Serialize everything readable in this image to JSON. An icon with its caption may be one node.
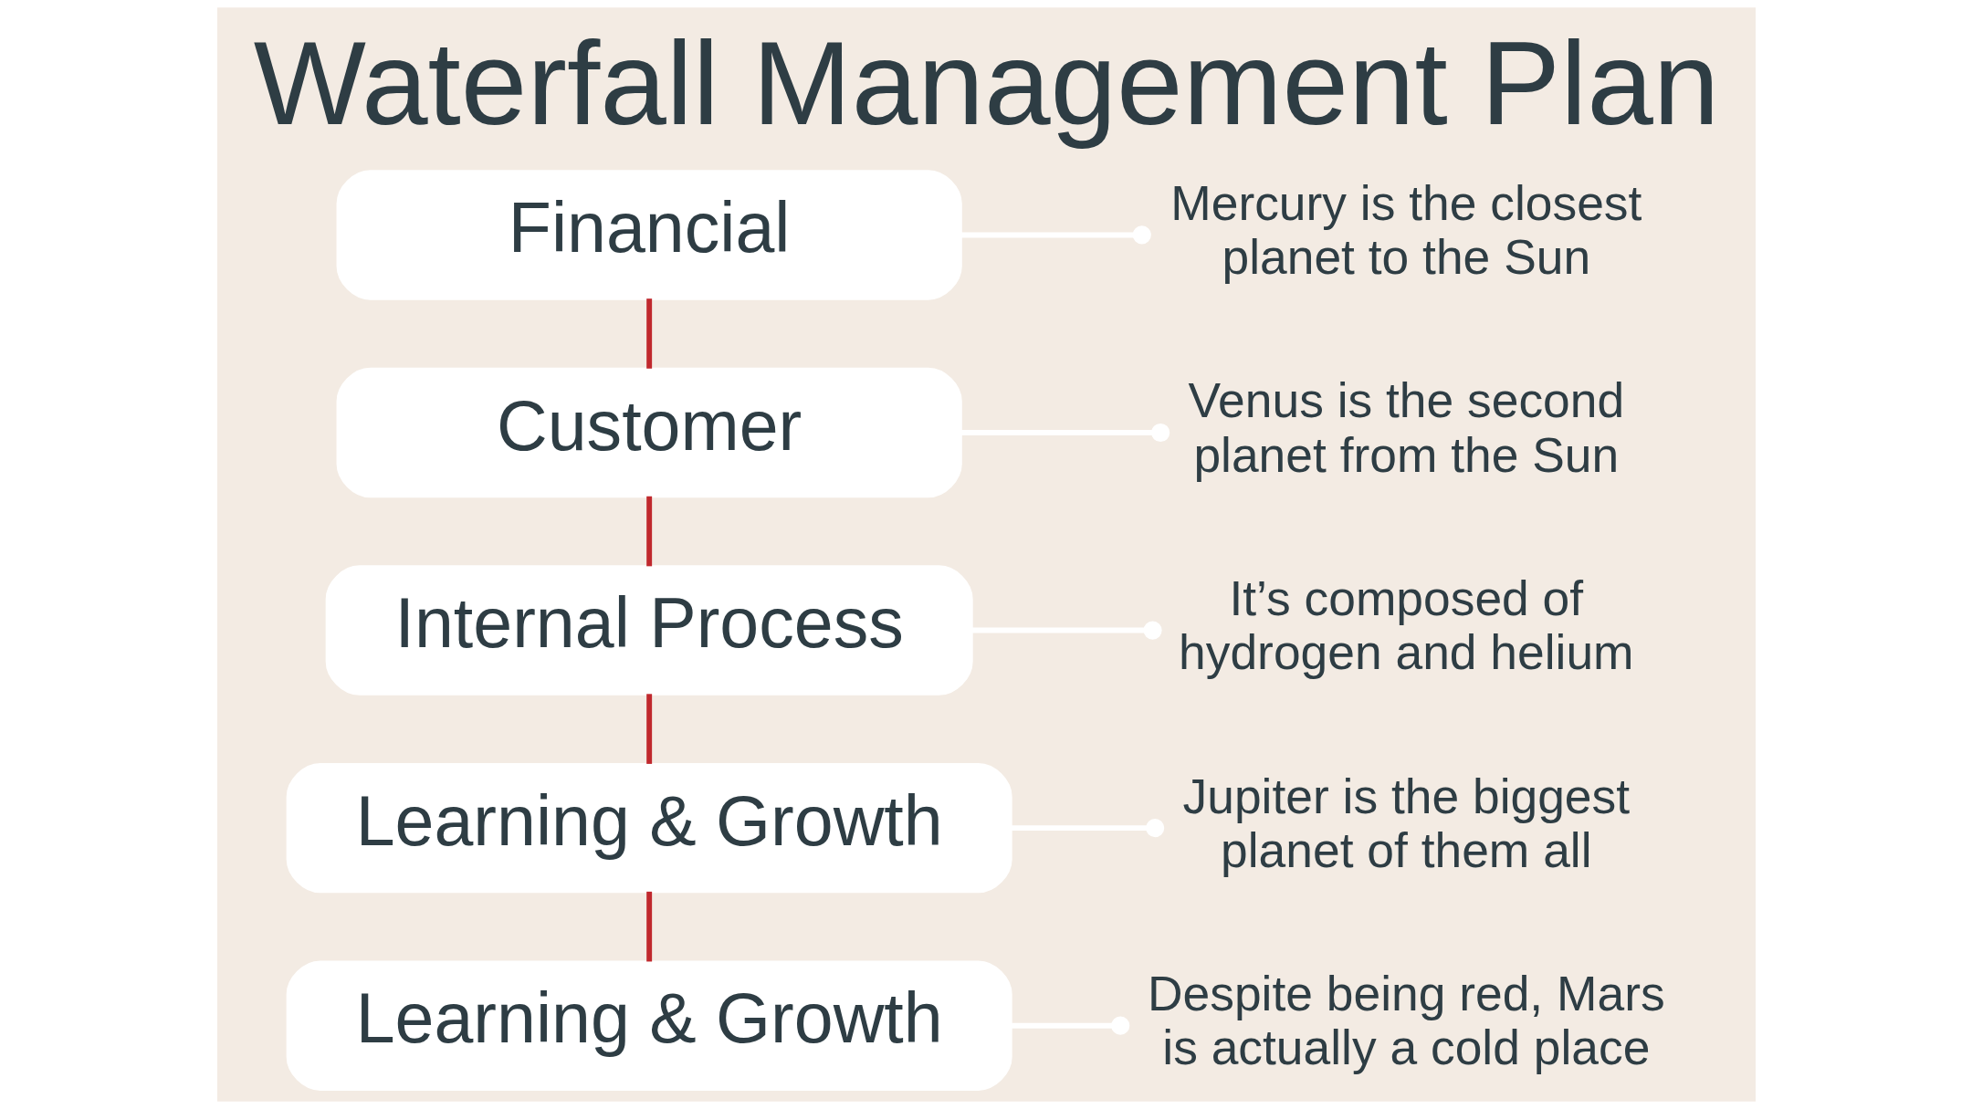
{
  "diagram": {
    "title": "Waterfall Management Plan",
    "nodes": [
      {
        "text": [
          "Financial"
        ]
      },
      {
        "text": [
          "Customer"
        ]
      },
      {
        "text": [
          "Internal Process"
        ]
      },
      {
        "text": [
          "Learning & Growth"
        ]
      },
      {
        "text": [
          "Learning & Growth"
        ]
      },
      {
        "text": [
          "Mercury is the closest planet to the Sun"
        ]
      },
      {
        "text": [
          "Venus is the second planet from the Sun"
        ]
      },
      {
        "text": [
          "It’s composed of hydrogen and helium"
        ]
      },
      {
        "text": [
          "Jupiter is the biggest planet of them all"
        ]
      },
      {
        "text": [
          "Despite being red, Mars is actually a cold place"
        ]
      }
    ],
    "edges": [
      {
        "from": 0,
        "to": 1,
        "arrow": "none",
        "color": "#c0282d"
      },
      {
        "from": 1,
        "to": 2,
        "arrow": "none",
        "color": "#c0282d"
      },
      {
        "from": 2,
        "to": 3,
        "arrow": "none",
        "color": "#c0282d"
      },
      {
        "from": 3,
        "to": 4,
        "arrow": "none",
        "color": "#c0282d"
      },
      {
        "from": 0,
        "to": 5,
        "arrow": "other"
      },
      {
        "from": 1,
        "to": 6,
        "arrow": "other"
      },
      {
        "from": 2,
        "to": 7,
        "arrow": "other"
      },
      {
        "from": 3,
        "to": 8,
        "arrow": "other"
      },
      {
        "from": 4,
        "to": 9,
        "arrow": "other"
      }
    ]
  }
}
